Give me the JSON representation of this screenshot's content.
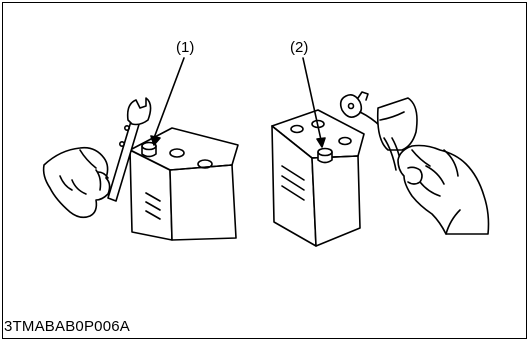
{
  "callouts": {
    "one": "(1)",
    "two": "(2)"
  },
  "figure_code": "3TMABAB0P006A",
  "colors": {
    "ink": "#000000",
    "paper": "#ffffff"
  }
}
